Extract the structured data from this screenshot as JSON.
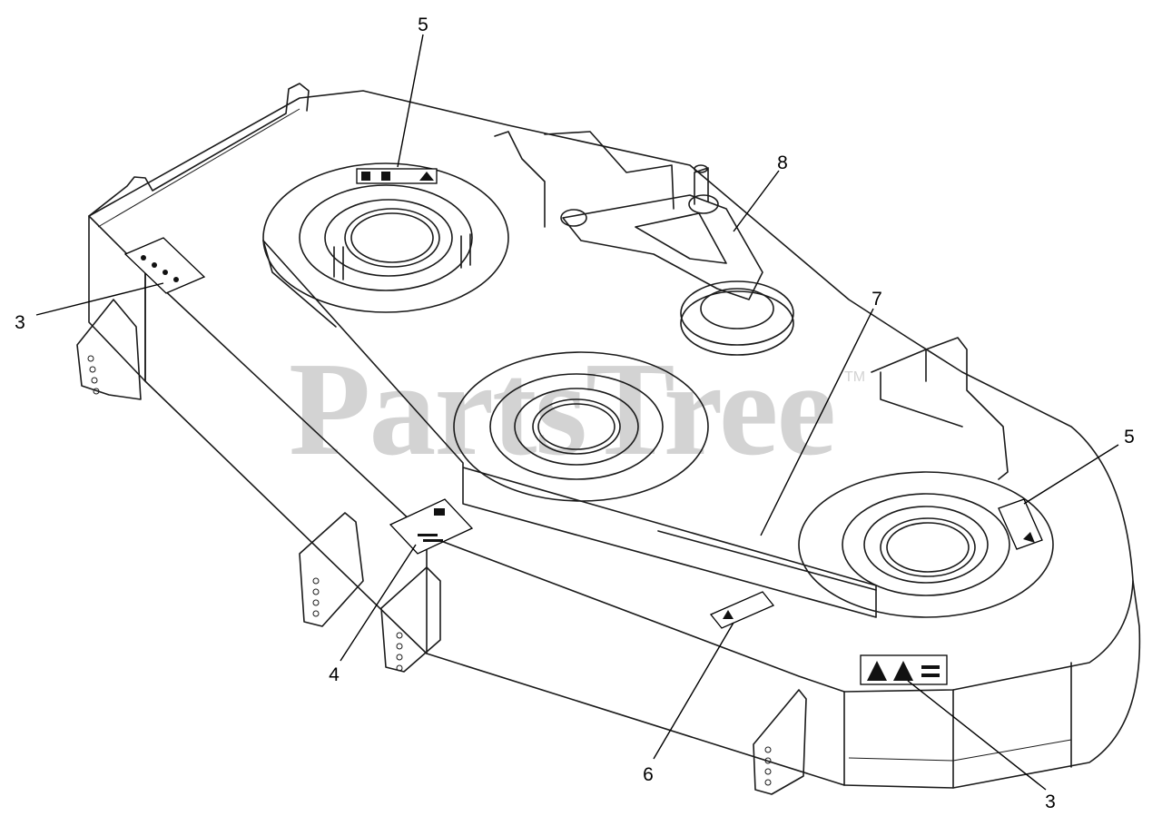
{
  "watermark": {
    "text": "PartsTree",
    "trademark": "TM"
  },
  "callouts": [
    {
      "id": "c5-top",
      "label": "5"
    },
    {
      "id": "c8",
      "label": "8"
    },
    {
      "id": "c3-left",
      "label": "3"
    },
    {
      "id": "c7",
      "label": "7"
    },
    {
      "id": "c5-right",
      "label": "5"
    },
    {
      "id": "c4",
      "label": "4"
    },
    {
      "id": "c6",
      "label": "6"
    },
    {
      "id": "c3-bottom",
      "label": "3"
    }
  ]
}
